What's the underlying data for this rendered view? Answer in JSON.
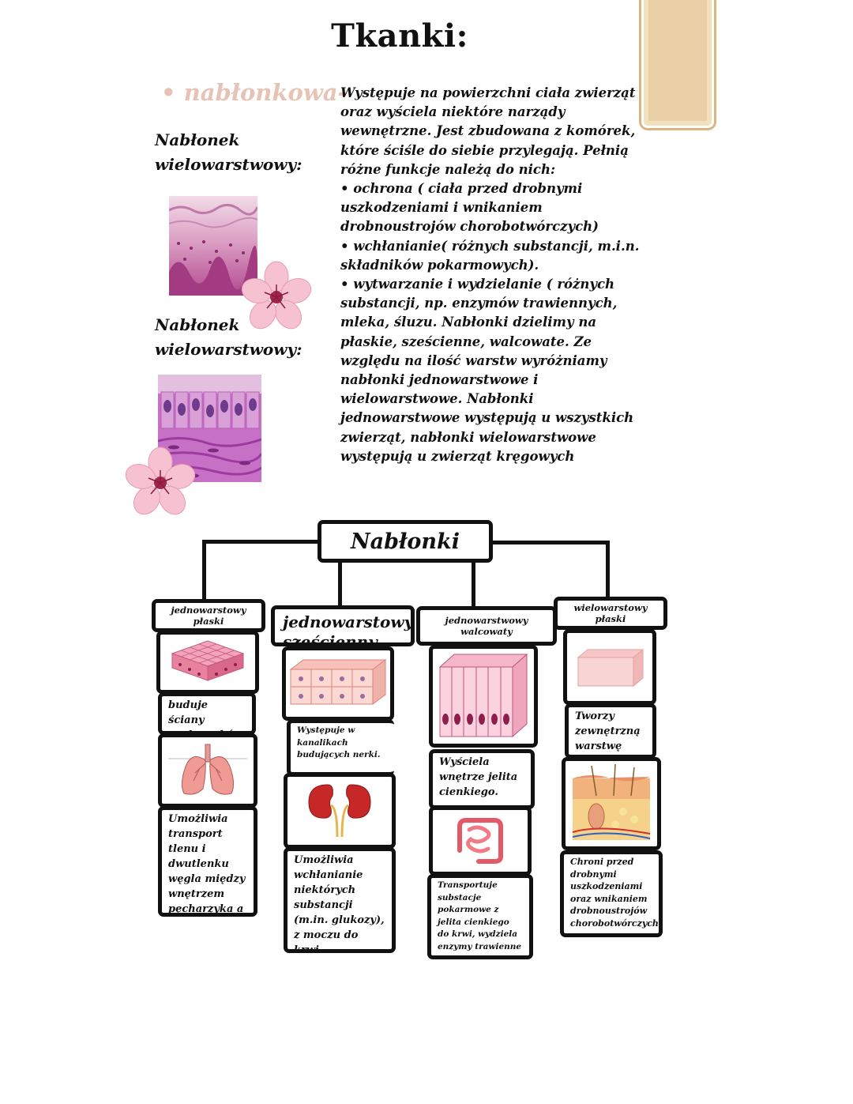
{
  "header": {
    "title": "Tkanki:",
    "subtitle": "• nabłonkowa-"
  },
  "left": {
    "label1": "Nabłonek wielowarstwowy:",
    "label2": "Nabłonek wielowarstwowy:"
  },
  "description": {
    "paragraphs": [
      "Występuje na powierzchni ciała zwierząt oraz wyściela niektóre narządy wewnętrzne. Jest zbudowana z komórek, które ściśle do siebie przylegają. Pełnią różne funkcje należą do nich:",
      "• ochrona ( ciała przed drobnymi uszkodzeniami i wnikaniem drobnoustrojów chorobotwórczych)",
      "• wchłanianie( różnych substancji, m.i.n. składników pokarmowych).",
      "• wytwarzanie i wydzielanie ( różnych substancji, np. enzymów trawiennych, mleka, śluzu. Nabłonki dzielimy na płaskie, sześcienne, walcowate. Ze względu na ilość warstw wyróżniamy nabłonki jednowarstwowe i wielowarstwowe. Nabłonki jednowarstwowe występują u wszystkich zwierząt, nabłonki wielowarstwowe występują u zwierząt kręgowych"
    ]
  },
  "diagram": {
    "root": "Nabłonki",
    "columns": [
      {
        "category": "jednowarstowy płaski",
        "text1": "buduje ściany pęcherzyków płucnych",
        "text2": "Umożliwia transport tlenu i dwutlenku węgla między wnętrzem pęcharzyka a krwią"
      },
      {
        "category": "jednowarstowy sześcienny",
        "text1": "Występuje w kanalikach budujących nerki.",
        "text2": "Umożliwia wchłanianie niektórych substancji (m.in. glukozy), z moczu do krwi."
      },
      {
        "category": "jednowarstwowy walcowaty",
        "text1": "Wyściela wnętrze jelita cienkiego.",
        "text2": "Transportuje substacje pokarmowe z jelita cienkiego do krwi, wydziela enzymy trawienne"
      },
      {
        "category": "wielowarstowy płaski",
        "text1": "Tworzy zewnętrzną warstwę skóry.",
        "text2": "Chroni przed drobnymi uszkodzeniami oraz wnikaniem drobnoustrojów chorobotwórczych"
      }
    ]
  },
  "colors": {
    "accent_pink": "#e7c3b5",
    "tab_gold": "#e8cfa5",
    "tissue_purple": "#b2498f"
  }
}
